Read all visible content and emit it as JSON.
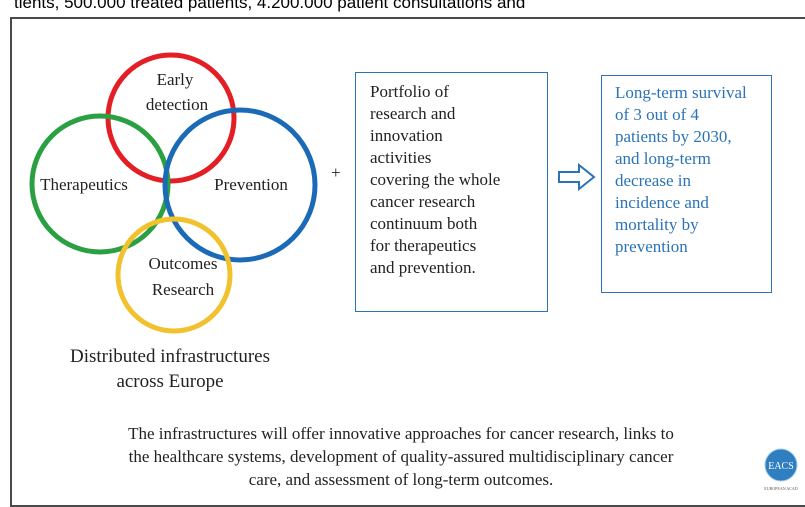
{
  "banner": {
    "text": "tients, 500.000 treated patients, 4.200.000 patient consultations and"
  },
  "venn": {
    "early_line1": "Early",
    "early_line2": "detection",
    "therapeutics": "Therapeutics",
    "prevention": "Prevention",
    "outcomes_line1": "Outcomes",
    "outcomes_line2": "Research",
    "colors": {
      "early": "#e31e24",
      "therapeutics": "#2aa043",
      "prevention": "#1b6ab8",
      "outcomes": "#f2c12e"
    }
  },
  "plus": "+",
  "portfolio": {
    "lines": [
      "Portfolio of",
      "research and",
      "innovation",
      "activities",
      "covering the whole",
      "cancer research",
      "continuum both",
      "for therapeutics",
      "and prevention."
    ]
  },
  "outcome": {
    "lines": [
      "Long-term survival",
      "of 3 out of 4",
      "patients by 2030,",
      "and long-term",
      "decrease in",
      "incidence and",
      "mortality by",
      "prevention"
    ],
    "color": "#2b73b6"
  },
  "distributed": {
    "line1": "Distributed infrastructures",
    "line2": "across Europe"
  },
  "footer": {
    "line1": "The infrastructures will offer innovative approaches for cancer research, links to",
    "line2": "the healthcare systems, development of quality-assured multidisciplinary cancer",
    "line3": "care, and assessment of long-term outcomes."
  },
  "logo": {
    "text": "EACS",
    "subtext": "EUROPEAN ACAD"
  }
}
